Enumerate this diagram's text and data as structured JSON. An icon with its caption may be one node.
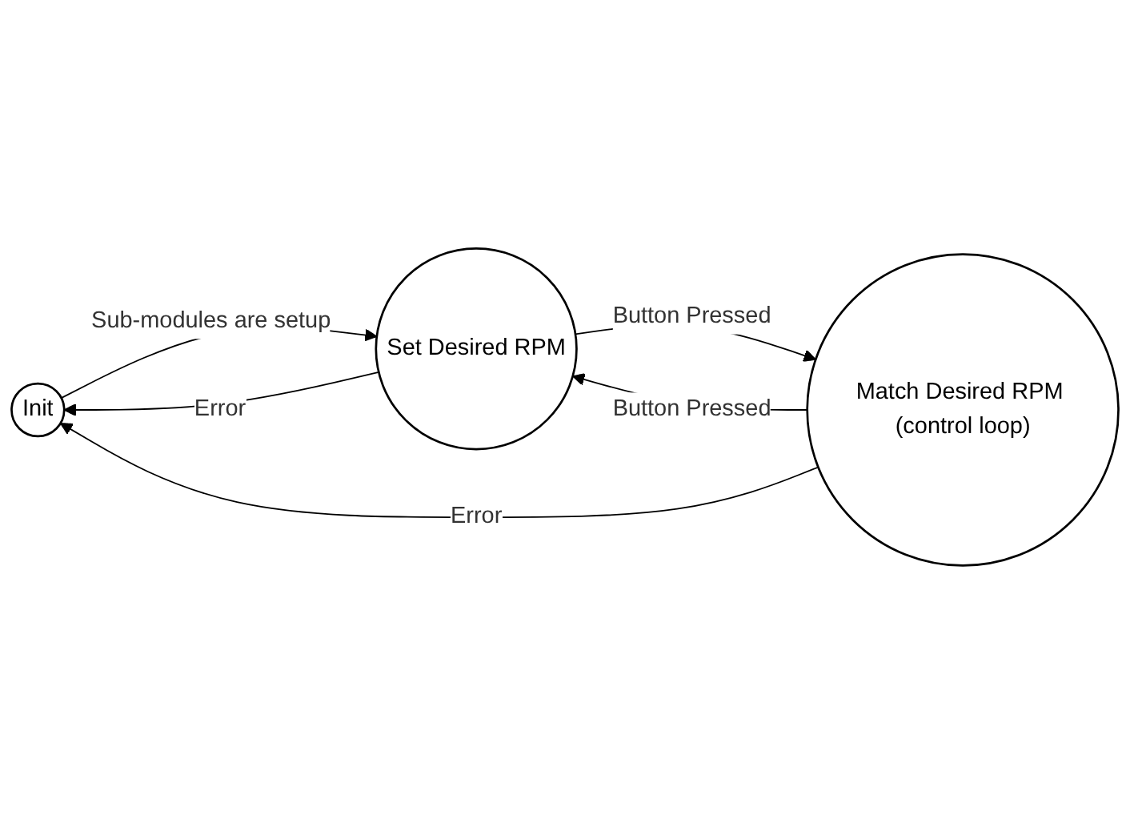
{
  "diagram": {
    "nodes": [
      {
        "text": [
          "Init"
        ]
      },
      {
        "text": [
          "Set Desired RPM"
        ]
      },
      {
        "text": [
          "Match Desired RPM (control loop)"
        ]
      }
    ],
    "edges": [
      {
        "from": 1,
        "to": 0,
        "arrow": "to",
        "label": "Error"
      },
      {
        "from": 0,
        "to": 1,
        "arrow": "to",
        "label": "Sub-modules are setup"
      },
      {
        "from": 1,
        "to": 2,
        "arrow": "to",
        "label": "Button Pressed"
      },
      {
        "from": 2,
        "to": 1,
        "arrow": "to",
        "label": "Button Pressed"
      },
      {
        "from": 2,
        "to": 0,
        "arrow": "to",
        "label": "Error"
      }
    ]
  }
}
